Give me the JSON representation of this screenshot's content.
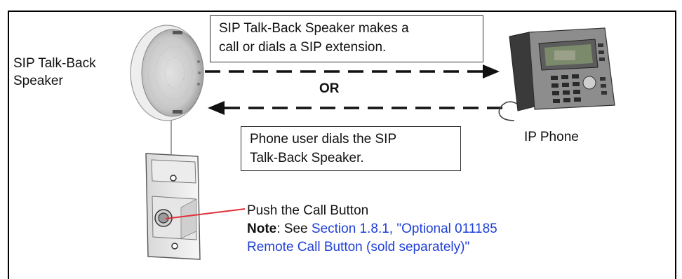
{
  "labels": {
    "speaker": [
      "SIP Talk-Back",
      "Speaker"
    ],
    "phone": "IP Phone",
    "or": "OR"
  },
  "callouts": {
    "top": [
      "SIP Talk-Back Speaker makes a",
      "call or dials a SIP extension."
    ],
    "bottom": [
      "Phone user dials the SIP",
      "Talk-Back Speaker."
    ]
  },
  "button_note": {
    "action": "Push the Call Button",
    "note_label": "Note",
    "note_sep": ": See ",
    "link_line1": "Section 1.8.1, \"Optional 011185",
    "link_line2": "Remote Call Button (sold separately)\""
  },
  "colors": {
    "link": "#1f3fd6",
    "pointer": "#e0303a",
    "speaker_grille": "#c9c9c9"
  },
  "icons": [
    "speaker-icon",
    "ip-phone-icon",
    "call-button-plate-icon"
  ]
}
